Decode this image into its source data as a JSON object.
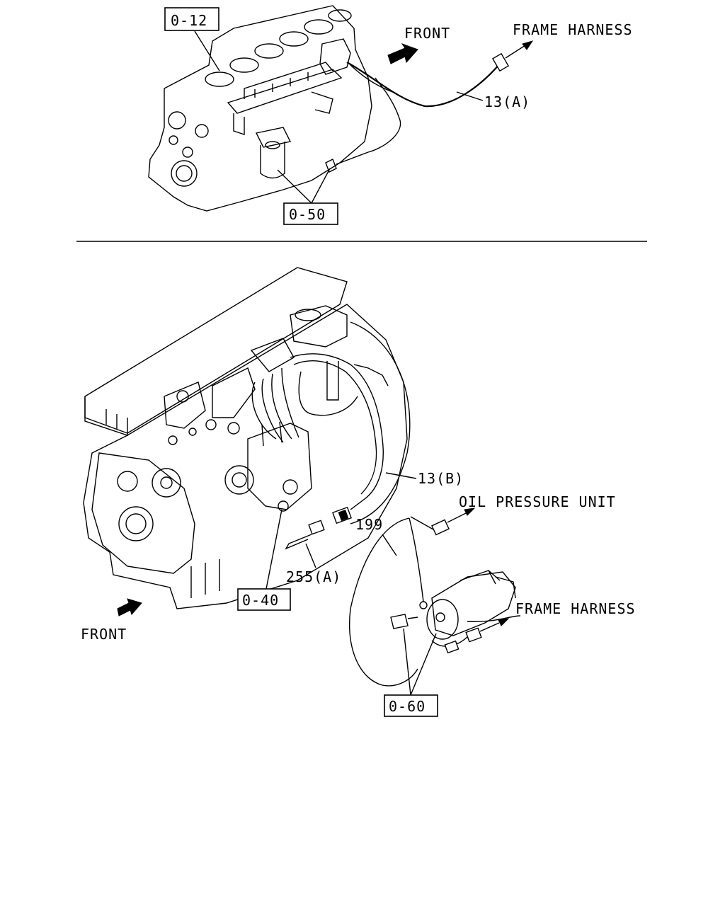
{
  "labels": {
    "top_ref_box": "0-12",
    "top_front": "FRONT",
    "top_frame_harness": "FRAME HARNESS",
    "top_harness_part": "13(A)",
    "top_sensor_box": "0-50",
    "bottom_harness_part": "13(B)",
    "oil_pressure_unit": "OIL PRESSURE UNIT",
    "cable_part": "199",
    "sensor_part": "255(A)",
    "pump_box": "0-40",
    "bottom_front": "FRONT",
    "bottom_frame_harness": "FRAME HARNESS",
    "starter_box": "0-60"
  },
  "colors": {
    "ink": "#000000",
    "paper": "#ffffff"
  }
}
